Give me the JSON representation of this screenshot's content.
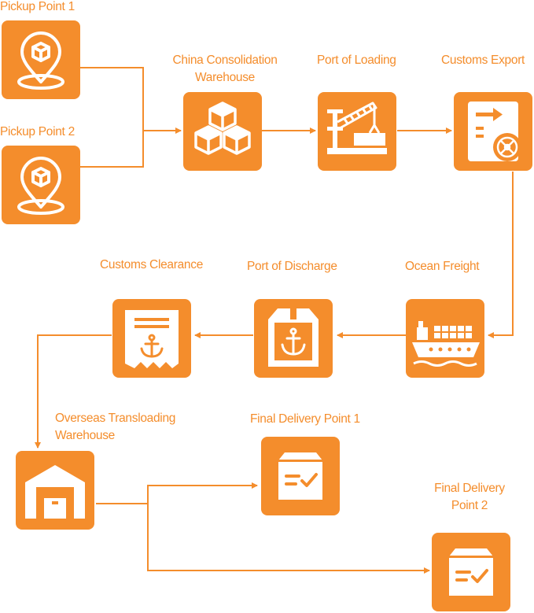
{
  "colors": {
    "accent": "#f48d2c",
    "background": "#ffffff",
    "glyph": "#ffffff"
  },
  "nodes": {
    "pickup_1": {
      "label": "Pickup Point 1",
      "icon": "location-pin-box-icon"
    },
    "pickup_2": {
      "label": "Pickup Point 2",
      "icon": "location-pin-box-icon"
    },
    "consolidation": {
      "label_line1": "China Consolidation",
      "label_line2": "Warehouse",
      "icon": "stacked-boxes-icon"
    },
    "port_loading": {
      "label": "Port of Loading",
      "icon": "port-crane-icon"
    },
    "customs_export": {
      "label": "Customs Export",
      "icon": "customs-document-icon"
    },
    "ocean_freight": {
      "label": "Ocean Freight",
      "icon": "cargo-ship-icon"
    },
    "port_discharge": {
      "label": "Port of Discharge",
      "icon": "anchor-package-icon"
    },
    "customs_clearance": {
      "label": "Customs Clearance",
      "icon": "anchor-document-icon"
    },
    "overseas_warehouse": {
      "label_line1": "Overseas Transloading",
      "label_line2": "Warehouse",
      "icon": "warehouse-icon"
    },
    "final_delivery_1": {
      "label": "Final Delivery Point 1",
      "icon": "delivery-box-check-icon"
    },
    "final_delivery_2": {
      "label_line1": "Final Delivery",
      "label_line2": "Point 2",
      "icon": "delivery-box-check-icon"
    }
  },
  "flow": [
    [
      "pickup_1",
      "consolidation"
    ],
    [
      "pickup_2",
      "consolidation"
    ],
    [
      "consolidation",
      "port_loading"
    ],
    [
      "port_loading",
      "customs_export"
    ],
    [
      "customs_export",
      "ocean_freight"
    ],
    [
      "ocean_freight",
      "port_discharge"
    ],
    [
      "port_discharge",
      "customs_clearance"
    ],
    [
      "customs_clearance",
      "overseas_warehouse"
    ],
    [
      "overseas_warehouse",
      "final_delivery_1"
    ],
    [
      "overseas_warehouse",
      "final_delivery_2"
    ]
  ]
}
